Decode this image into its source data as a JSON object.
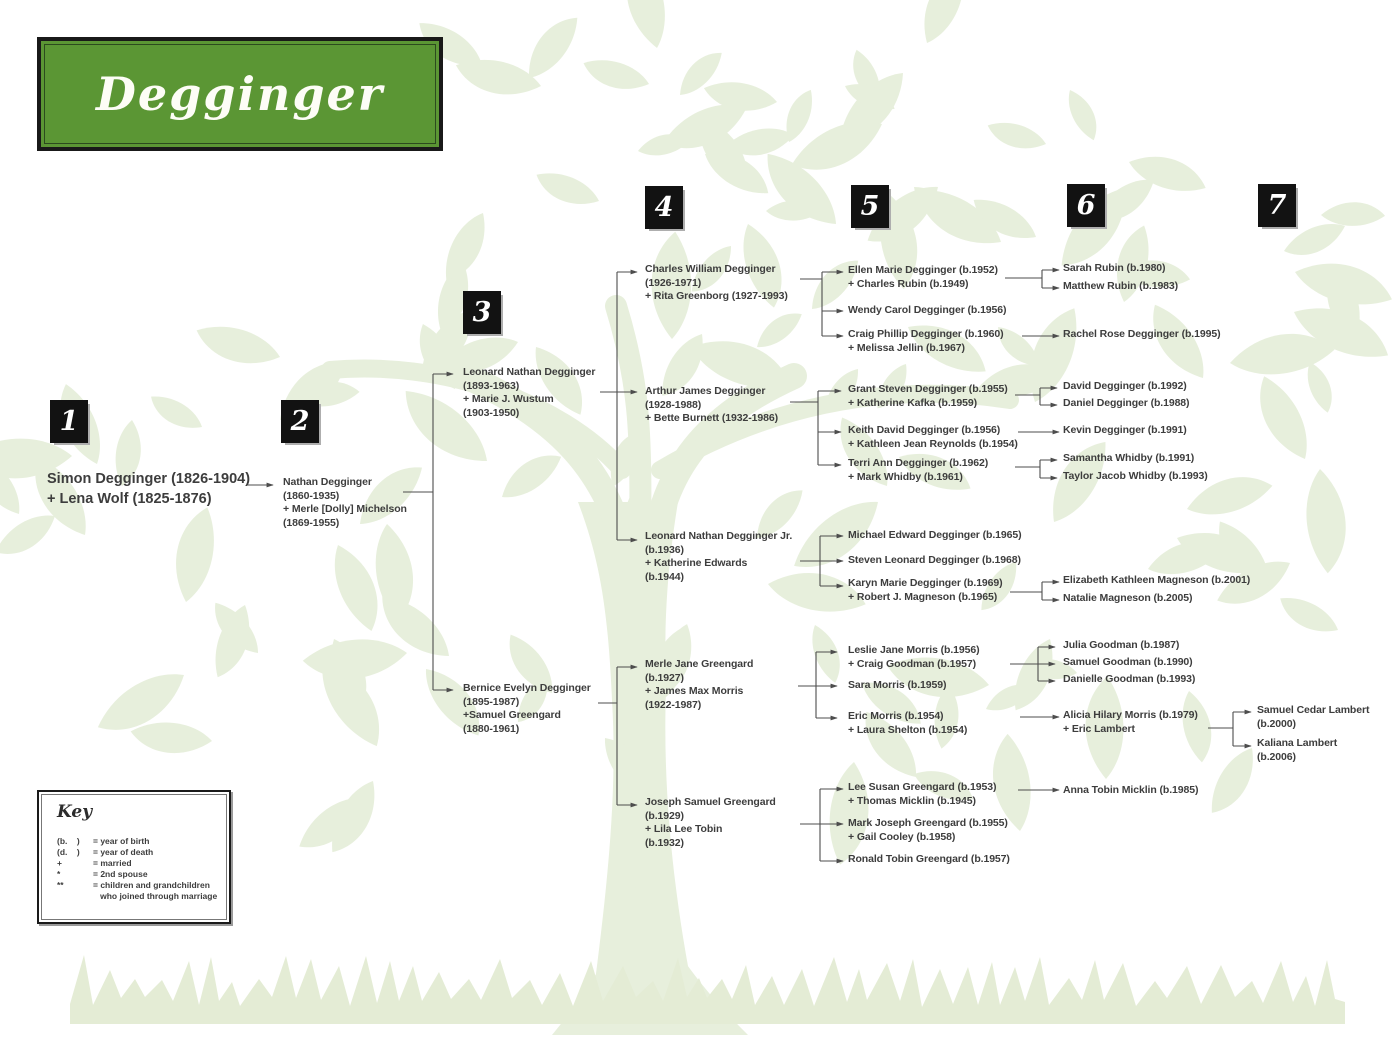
{
  "title": "Degginger",
  "colors": {
    "banner_green": "#5b9634",
    "plaque_black": "#121212",
    "text_gray": "#3d3d3d",
    "tree_pale_green": "#e7efdc",
    "connector_gray": "#4d4d4d"
  },
  "generations": [
    {
      "number": "1"
    },
    {
      "number": "2"
    },
    {
      "number": "3"
    },
    {
      "number": "4"
    },
    {
      "number": "5"
    },
    {
      "number": "6"
    },
    {
      "number": "7"
    }
  ],
  "people": [
    {
      "id": "simon-degginger",
      "generation": 1,
      "text": "Simon Degginger (1826-1904)\n+ Lena Wolf (1825-1876)"
    },
    {
      "id": "nathan-degginger",
      "generation": 2,
      "text": "Nathan Degginger\n(1860-1935)\n+ Merle [Dolly] Michelson\n(1869-1955)"
    },
    {
      "id": "leonard-nathan-degginger",
      "generation": 3,
      "text": "Leonard Nathan Degginger\n(1893-1963)\n+ Marie J. Wustum\n(1903-1950)"
    },
    {
      "id": "bernice-evelyn-degginger",
      "generation": 3,
      "text": "Bernice Evelyn Degginger\n(1895-1987)\n+Samuel Greengard\n(1880-1961)"
    },
    {
      "id": "charles-william-degginger",
      "generation": 4,
      "text": "Charles William Degginger\n(1926-1971)\n+ Rita Greenborg (1927-1993)"
    },
    {
      "id": "arthur-james-degginger",
      "generation": 4,
      "text": "Arthur James Degginger\n(1928-1988)\n+ Bette Burnett (1932-1986)"
    },
    {
      "id": "leonard-nathan-degginger-jr",
      "generation": 4,
      "text": "Leonard Nathan Degginger Jr.\n(b.1936)\n+ Katherine Edwards\n(b.1944)"
    },
    {
      "id": "merle-jane-greengard",
      "generation": 4,
      "text": "Merle Jane Greengard\n(b.1927)\n+ James Max Morris\n(1922-1987)"
    },
    {
      "id": "joseph-samuel-greengard",
      "generation": 4,
      "text": "Joseph Samuel Greengard\n(b.1929)\n+ Lila Lee Tobin\n(b.1932)"
    },
    {
      "id": "ellen-marie-degginger",
      "generation": 5,
      "text": "Ellen Marie Degginger (b.1952)\n+ Charles Rubin (b.1949)"
    },
    {
      "id": "wendy-carol-degginger",
      "generation": 5,
      "text": "Wendy Carol Degginger (b.1956)"
    },
    {
      "id": "craig-phillip-degginger",
      "generation": 5,
      "text": "Craig Phillip Degginger (b.1960)\n+ Melissa Jellin (b.1967)"
    },
    {
      "id": "grant-steven-degginger",
      "generation": 5,
      "text": "Grant Steven Degginger (b.1955)\n+ Katherine Kafka (b.1959)"
    },
    {
      "id": "keith-david-degginger",
      "generation": 5,
      "text": "Keith David Degginger (b.1956)\n+ Kathleen Jean Reynolds (b.1954)"
    },
    {
      "id": "terri-ann-degginger",
      "generation": 5,
      "text": "Terri Ann Degginger (b.1962)\n+ Mark Whidby (b.1961)"
    },
    {
      "id": "michael-edward-degginger",
      "generation": 5,
      "text": "Michael Edward Degginger (b.1965)"
    },
    {
      "id": "steven-leonard-degginger",
      "generation": 5,
      "text": "Steven Leonard Degginger (b.1968)"
    },
    {
      "id": "karyn-marie-degginger",
      "generation": 5,
      "text": "Karyn Marie Degginger (b.1969)\n+ Robert J. Magneson (b.1965)"
    },
    {
      "id": "leslie-jane-morris",
      "generation": 5,
      "text": "Leslie Jane Morris (b.1956)\n+ Craig Goodman (b.1957)"
    },
    {
      "id": "sara-morris",
      "generation": 5,
      "text": "Sara Morris (b.1959)"
    },
    {
      "id": "eric-morris",
      "generation": 5,
      "text": "Eric Morris (b.1954)\n+ Laura Shelton (b.1954)"
    },
    {
      "id": "lee-susan-greengard",
      "generation": 5,
      "text": "Lee Susan Greengard (b.1953)\n+ Thomas Micklin (b.1945)"
    },
    {
      "id": "mark-joseph-greengard",
      "generation": 5,
      "text": "Mark Joseph Greengard (b.1955)\n+ Gail Cooley (b.1958)"
    },
    {
      "id": "ronald-tobin-greengard",
      "generation": 5,
      "text": "Ronald Tobin Greengard (b.1957)"
    },
    {
      "id": "sarah-rubin",
      "generation": 6,
      "text": "Sarah Rubin (b.1980)"
    },
    {
      "id": "matthew-rubin",
      "generation": 6,
      "text": "Matthew Rubin (b.1983)"
    },
    {
      "id": "rachel-rose-degginger",
      "generation": 6,
      "text": "Rachel Rose Degginger (b.1995)"
    },
    {
      "id": "david-degginger",
      "generation": 6,
      "text": "David Degginger (b.1992)"
    },
    {
      "id": "daniel-degginger",
      "generation": 6,
      "text": "Daniel Degginger (b.1988)"
    },
    {
      "id": "kevin-degginger",
      "generation": 6,
      "text": "Kevin Degginger (b.1991)"
    },
    {
      "id": "samantha-whidby",
      "generation": 6,
      "text": "Samantha Whidby (b.1991)"
    },
    {
      "id": "taylor-jacob-whidby",
      "generation": 6,
      "text": "Taylor Jacob Whidby (b.1993)"
    },
    {
      "id": "elizabeth-kathleen-magneson",
      "generation": 6,
      "text": "Elizabeth Kathleen Magneson (b.2001)"
    },
    {
      "id": "natalie-magneson",
      "generation": 6,
      "text": "Natalie Magneson (b.2005)"
    },
    {
      "id": "julia-goodman",
      "generation": 6,
      "text": "Julia Goodman (b.1987)"
    },
    {
      "id": "samuel-goodman",
      "generation": 6,
      "text": "Samuel Goodman (b.1990)"
    },
    {
      "id": "danielle-goodman",
      "generation": 6,
      "text": "Danielle Goodman (b.1993)"
    },
    {
      "id": "alicia-hilary-morris",
      "generation": 6,
      "text": "Alicia Hilary Morris (b.1979)\n+ Eric Lambert"
    },
    {
      "id": "anna-tobin-micklin",
      "generation": 6,
      "text": "Anna Tobin Micklin (b.1985)"
    },
    {
      "id": "samuel-cedar-lambert",
      "generation": 7,
      "text": "Samuel Cedar Lambert\n(b.2000)"
    },
    {
      "id": "kaliana-lambert",
      "generation": 7,
      "text": "Kaliana Lambert\n(b.2006)"
    }
  ],
  "key": {
    "title": "Key",
    "entries": [
      {
        "symbol": "(b.    )",
        "meaning": "= year of birth"
      },
      {
        "symbol": "(d.    )",
        "meaning": "= year of death"
      },
      {
        "symbol": "+",
        "meaning": "= married"
      },
      {
        "symbol": "*",
        "meaning": "= 2nd spouse"
      },
      {
        "symbol": "**",
        "meaning": "= children and grandchildren"
      },
      {
        "symbol": "",
        "meaning": "   who joined through marriage"
      }
    ]
  }
}
